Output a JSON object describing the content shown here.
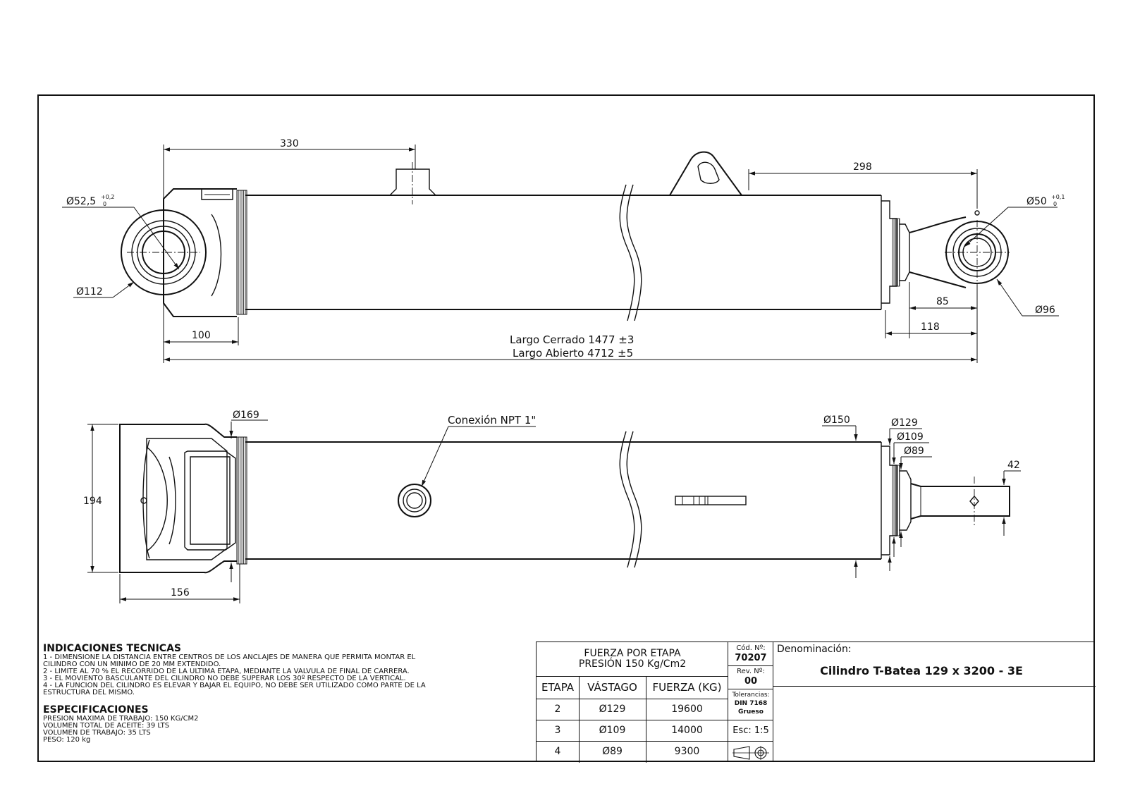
{
  "dimensions": {
    "d_330": "330",
    "d_298": "298",
    "d_pin_left": "Ø52,5",
    "d_pin_left_tol_top": "+0,2",
    "d_pin_left_tol_bot": "0",
    "d_112": "Ø112",
    "d_pin_right": "Ø50",
    "d_pin_right_tol_top": "+0,1",
    "d_pin_right_tol_bot": "0",
    "d_96": "Ø96",
    "d_85": "85",
    "d_100": "100",
    "d_118": "118",
    "closed_length": "Largo Cerrado 1477 ±3",
    "open_length": "Largo Abierto 4712 ±5",
    "d_169": "Ø169",
    "npt_connection": "Conexión NPT 1\"",
    "d_150": "Ø150",
    "d_129": "Ø129",
    "d_109": "Ø109",
    "d_89": "Ø89",
    "d_42": "42",
    "d_194": "194",
    "d_156": "156"
  },
  "notes": {
    "tech_title": "INDICACIONES TECNICAS",
    "tech_lines": [
      "1 - DIMENSIONE LA DISTANCIA ENTRE CENTROS DE LOS ANCLAJES DE MANERA QUE PERMITA MONTAR EL",
      "CILINDRO CON UN MINIMO DE 20 MM EXTENDIDO.",
      "2 - LIMITE AL 70 % EL RECORRIDO DE LA ULTIMA ETAPA, MEDIANTE LA VALVULA DE FINAL DE CARRERA.",
      "3 - EL MOVIENTO BASCULANTE DEL CILINDRO NO DEBE SUPERAR LOS 30º RESPECTO DE LA VERTICAL.",
      "4 - LA FUNCION DEL CILINDRO ES ELEVAR Y BAJAR EL EQUIPO, NO DEBE SER UTILIZADO COMO PARTE DE LA",
      "ESTRUCTURA DEL MISMO."
    ],
    "spec_title": "ESPECIFICACIONES",
    "spec_lines": [
      "PRESION MAXIMA DE TRABAJO: 150 KG/CM2",
      "VOLUMEN TOTAL DE ACEITE: 39 LTS",
      "VOLUMEN DE TRABAJO: 35 LTS",
      "PESO: 120 kg"
    ]
  },
  "force_table": {
    "title_1": "FUERZA POR ETAPA",
    "title_2": "PRESIÓN 150 Kg/Cm2",
    "headers": [
      "ETAPA",
      "VÁSTAGO",
      "FUERZA (KG)"
    ],
    "rows": [
      [
        "2",
        "Ø129",
        "19600"
      ],
      [
        "3",
        "Ø109",
        "14000"
      ],
      [
        "4",
        "Ø89",
        "9300"
      ]
    ]
  },
  "title_block": {
    "code_label": "Cód. Nº:",
    "code_value": "70207",
    "rev_label": "Rev. Nº:",
    "rev_value": "00",
    "tol_label": "Tolerancias:",
    "tol_std": "DIN 7168",
    "tol_grade": "Grueso",
    "scale": "Esc: 1:5",
    "denomination_label": "Denominación:",
    "denomination_value": "Cilindro T-Batea 129 x 3200 - 3E"
  }
}
